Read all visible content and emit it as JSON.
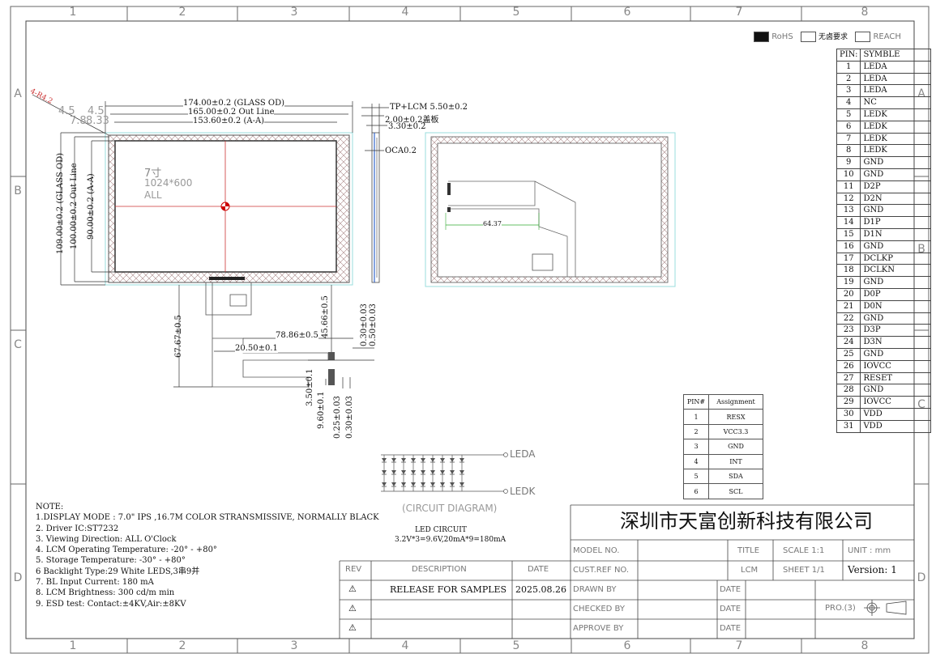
{
  "zones": {
    "cols": [
      "1",
      "2",
      "3",
      "4",
      "5",
      "6",
      "7",
      "8"
    ],
    "rows": [
      "A",
      "B",
      "C",
      "D"
    ]
  },
  "compliance": {
    "rohs": "RoHS",
    "halogen_free": "无卤要求",
    "reach": "REACH"
  },
  "pin_table": {
    "header": [
      "PIN:",
      "SYMBLE"
    ],
    "rows": [
      [
        "1",
        "LEDA"
      ],
      [
        "2",
        "LEDA"
      ],
      [
        "3",
        "LEDA"
      ],
      [
        "4",
        "NC"
      ],
      [
        "5",
        "LEDK"
      ],
      [
        "6",
        "LEDK"
      ],
      [
        "7",
        "LEDK"
      ],
      [
        "8",
        "LEDK"
      ],
      [
        "9",
        "GND"
      ],
      [
        "10",
        "GND"
      ],
      [
        "11",
        "D2P"
      ],
      [
        "12",
        "D2N"
      ],
      [
        "13",
        "GND"
      ],
      [
        "14",
        "D1P"
      ],
      [
        "15",
        "D1N"
      ],
      [
        "16",
        "GND"
      ],
      [
        "17",
        "DCLKP"
      ],
      [
        "18",
        "DCLKN"
      ],
      [
        "19",
        "GND"
      ],
      [
        "20",
        "D0P"
      ],
      [
        "21",
        "D0N"
      ],
      [
        "22",
        "GND"
      ],
      [
        "23",
        "D3P"
      ],
      [
        "24",
        "D3N"
      ],
      [
        "25",
        "GND"
      ],
      [
        "26",
        "IOVCC"
      ],
      [
        "27",
        "RESET"
      ],
      [
        "28",
        "GND"
      ],
      [
        "29",
        "IOVCC"
      ],
      [
        "30",
        "VDD"
      ],
      [
        "31",
        "VDD"
      ]
    ]
  },
  "tp_table": {
    "header": [
      "PIN#",
      "Assignment"
    ],
    "rows": [
      [
        "1",
        "RESX"
      ],
      [
        "2",
        "VCC3.3"
      ],
      [
        "3",
        "GND"
      ],
      [
        "4",
        "INT"
      ],
      [
        "5",
        "SDA"
      ],
      [
        "6",
        "SCL"
      ]
    ]
  },
  "front_view": {
    "corner_label": "4-R4.2",
    "size_label": "7寸",
    "resolution_label": "1024*600",
    "all_label": "ALL",
    "dim_glass_w": "174.00±0.2 (GLASS OD)",
    "dim_outline_w": "165.00±0.2 Out Line",
    "dim_aa_w": "153.60±0.2 (A-A)",
    "dim_glass_h": "109.00±0.2 (GLASS OD)",
    "dim_outline_h": "100.00±0.2 Out Line",
    "dim_aa_h": "90.00±0.2 (A-A)",
    "dim_left_1": "4.5",
    "dim_left_2": "4.5",
    "dim_left_3": "7.8",
    "dim_left_4": "8.33",
    "fpc_len": "67.67±0.5",
    "fpc_pos": "45.66±0.5",
    "fpc_offset": "78.86±0.5",
    "fpc_width": "20.50±0.1",
    "fpc_t1": "0.30±0.03",
    "fpc_t2": "0.50±0.03",
    "fpc_b1": "3.50±0.1",
    "fpc_b2": "9.60±0.1",
    "fpc_b3": "0.25±0.03",
    "fpc_b4": "0.30±0.03"
  },
  "side_view": {
    "tp_lcm": "TP+LCM 5.50±0.2",
    "cover": "2.00±0.2盖板",
    "lcm": "3.30±0.2",
    "oca": "OCA0.2"
  },
  "rear_view": {
    "fpc_dim": "64.37"
  },
  "led_circuit": {
    "leda": "LEDA",
    "ledk": "LEDK",
    "caption": "(CIRCUIT DIAGRAM)",
    "title": "LED CIRCUIT",
    "formula": "3.2V*3=9.6V,20mA*9=180mA"
  },
  "notes": {
    "heading": "NOTE:",
    "items": [
      "1.DISPLAY MODE : 7.0\" IPS ,16.7M COLOR STRANSMISSIVE, NORMALLY BLACK",
      "2. Driver IC:ST7232",
      "3. Viewing Direction: ALL O'Clock",
      "4. LCM Operating Temperature: -20° -  +80°",
      "5. Storage Temperature: -30° -  +80°",
      "6 Backlight Type:29 White LEDS,3串9并",
      "7. BL Input Current: 180 mA",
      "8. LCM Brightness: 300 cd/m  min",
      "9. ESD test: Contact:±4KV,Air:±8KV"
    ]
  },
  "revision": {
    "headers": [
      "REV",
      "DESCRIPTION",
      "DATE"
    ],
    "rows": [
      {
        "symbol": "⚠",
        "description": "RELEASE FOR SAMPLES",
        "date": "2025.08.26"
      },
      {
        "symbol": "⚠",
        "description": "",
        "date": ""
      },
      {
        "symbol": "⚠",
        "description": "",
        "date": ""
      }
    ]
  },
  "title_block": {
    "company": "深圳市天富创新科技有限公司",
    "model_no": "MODEL NO.",
    "title_label": "TITLE",
    "scale": "SCALE 1:1",
    "unit": "UNIT : mm",
    "cust_ref": "CUST.REF NO.",
    "lcm": "LCM",
    "sheet": "SHEET 1/1",
    "version": "Version: 1",
    "drawn_by": "DRAWN BY",
    "checked_by": "CHECKED BY",
    "approve_by": "APPROVE BY",
    "date": "DATE",
    "projection": "PRO.(3)"
  }
}
